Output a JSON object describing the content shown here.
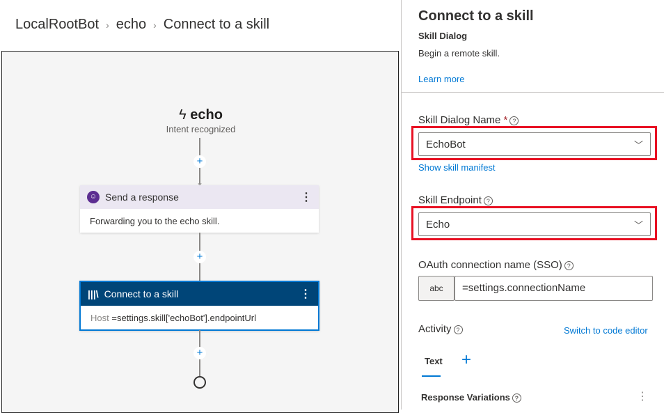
{
  "breadcrumb": {
    "items": [
      "LocalRootBot",
      "echo",
      "Connect to a skill"
    ]
  },
  "canvas": {
    "trigger": {
      "title": "echo",
      "subtitle": "Intent recognized",
      "icon": "lightning-icon"
    },
    "send_response": {
      "title": "Send a response",
      "body": "Forwarding you to the echo skill.",
      "header_color": "#ebe7f2",
      "icon_color": "#5c2d91"
    },
    "connect_skill": {
      "title": "Connect to a skill",
      "host_label": "Host",
      "host_value": "=settings.skill['echoBot'].endpointUrl",
      "header_color": "#004578"
    }
  },
  "panel": {
    "title": "Connect to a skill",
    "subtitle": "Skill Dialog",
    "description": "Begin a remote skill.",
    "learn_more": "Learn more",
    "skill_dialog_name": {
      "label": "Skill Dialog Name",
      "required": "*",
      "value": "EchoBot",
      "show_manifest": "Show skill manifest"
    },
    "skill_endpoint": {
      "label": "Skill Endpoint",
      "value": "Echo"
    },
    "oauth": {
      "label": "OAuth connection name (SSO)",
      "type_badge": "abc",
      "value": "=settings.connectionName"
    },
    "activity": {
      "label": "Activity",
      "switch_editor": "Switch to code editor",
      "tab_text": "Text",
      "response_variations": "Response Variations"
    },
    "highlight_color": "#e81123",
    "accent": "#0078d4"
  }
}
